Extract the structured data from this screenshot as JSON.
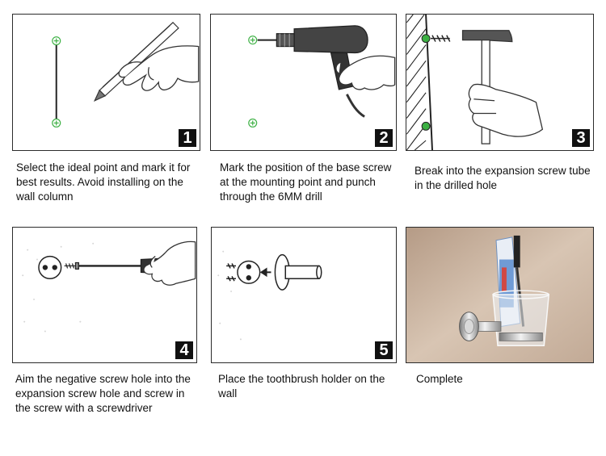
{
  "steps": [
    {
      "number": "1",
      "caption": "Select the ideal point and mark it for best results. Avoid installing on the wall column"
    },
    {
      "number": "2",
      "caption": "Mark the position of the base screw at the mounting point and punch through the 6MM drill"
    },
    {
      "number": "3",
      "caption": "Break into the expansion screw tube in the drilled hole"
    },
    {
      "number": "4",
      "caption": "Aim the negative screw hole into the expansion screw hole and screw in the screw with a screwdriver"
    },
    {
      "number": "5",
      "caption": "Place the toothbrush holder on the wall"
    },
    {
      "caption": "Complete"
    }
  ],
  "colors": {
    "badge": "#111111",
    "mark": "#3cb043",
    "photo_wall": "#c9b3a0"
  },
  "icons": [
    "pencil-icon",
    "drill-icon",
    "hammer-icon",
    "screwdriver-icon",
    "holder-icon",
    "toothbrush-cup-icon"
  ]
}
